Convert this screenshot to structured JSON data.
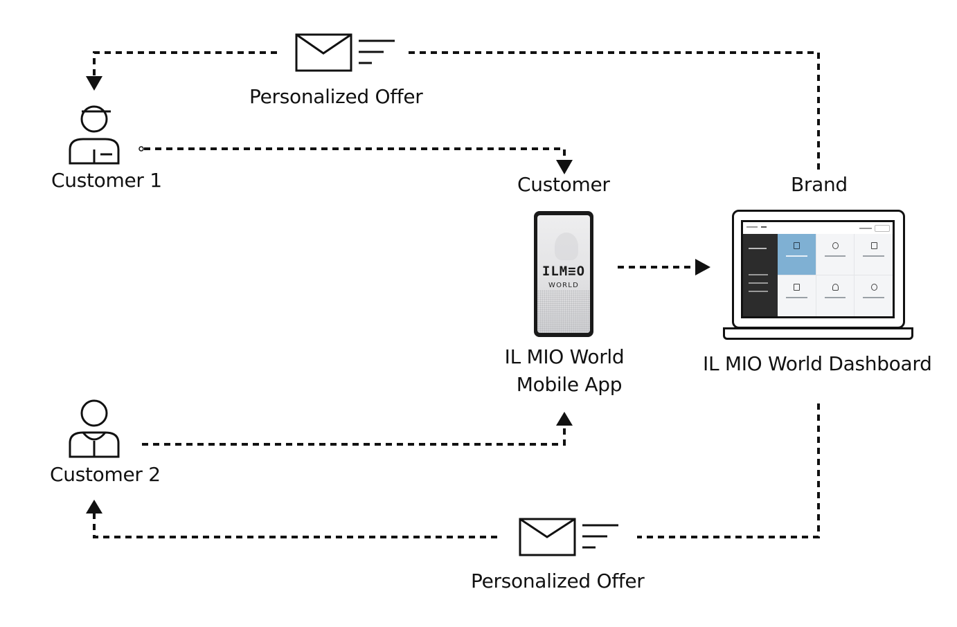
{
  "diagram": {
    "title": "IL MIO World personalized offer flow",
    "nodes": {
      "customer1": {
        "label": "Customer 1",
        "icon": "person-with-cap-icon"
      },
      "customer2": {
        "label": "Customer 2",
        "icon": "person-icon"
      },
      "customer_role": {
        "label": "Customer"
      },
      "brand_role": {
        "label": "Brand"
      },
      "mobile_app": {
        "label_line1": "IL MIO World",
        "label_line2": "Mobile App",
        "screen_logo": "ILM≡O",
        "screen_sub": "WORLD",
        "icon": "smartphone-icon"
      },
      "dashboard": {
        "label": "IL MIO World Dashboard",
        "icon": "laptop-icon",
        "tiles": [
          {
            "icon": "document-icon",
            "active": true
          },
          {
            "icon": "gear-icon",
            "active": false
          },
          {
            "icon": "calendar-icon",
            "active": false
          },
          {
            "icon": "export-document-icon",
            "active": false
          },
          {
            "icon": "bell-icon",
            "active": false
          },
          {
            "icon": "search-icon",
            "active": false
          }
        ],
        "accent_color": "#7fb0d3",
        "sidebar_color": "#2c2c2c"
      },
      "offer_top": {
        "label": "Personalized Offer",
        "icon": "envelope-icon"
      },
      "offer_bottom": {
        "label": "Personalized Offer",
        "icon": "envelope-icon"
      }
    },
    "edges": [
      {
        "from": "customer1",
        "to": "mobile_app",
        "style": "dashed"
      },
      {
        "from": "customer2",
        "to": "mobile_app",
        "style": "dashed"
      },
      {
        "from": "mobile_app",
        "to": "dashboard",
        "style": "dashed"
      },
      {
        "from": "dashboard",
        "to": "customer1",
        "via": "offer_top",
        "style": "dashed"
      },
      {
        "from": "dashboard",
        "to": "customer2",
        "via": "offer_bottom",
        "style": "dashed"
      }
    ],
    "colors": {
      "line": "#111111",
      "background": "#ffffff"
    }
  }
}
